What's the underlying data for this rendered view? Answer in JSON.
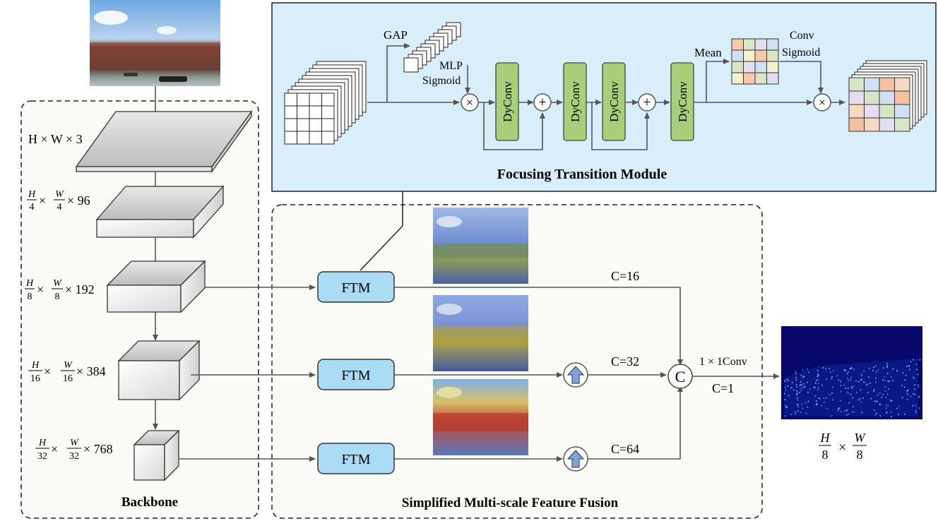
{
  "ftm_panel": {
    "title": "Focusing Transition Module",
    "gap_label": "GAP",
    "mlp_label": "MLP",
    "sigmoid_label": "Sigmoid",
    "mean_label": "Mean",
    "conv_label": "Conv",
    "conv_sigmoid_label": "Sigmoid",
    "dyconv_label": "DyConv",
    "multiply_symbol": "×",
    "add_symbol": "+"
  },
  "backbone": {
    "title": "Backbone",
    "stage1_label": "H × W × 3",
    "stage2": {
      "num": "H",
      "den": "4",
      "num2": "W",
      "den2": "4",
      "rest": "× 96"
    },
    "stage3": {
      "num": "H",
      "den": "8",
      "num2": "W",
      "den2": "8",
      "rest": "× 192"
    },
    "stage4": {
      "num": "H",
      "den": "16",
      "num2": "W",
      "den2": "16",
      "rest": "× 384"
    },
    "stage5": {
      "num": "H",
      "den": "32",
      "num2": "W",
      "den2": "32",
      "rest": "× 768"
    }
  },
  "fusion": {
    "title": "Simplified Multi-scale Feature Fusion",
    "ftm_label": "FTM",
    "c16": "C=16",
    "c32": "C=32",
    "c64": "C=64",
    "concat_symbol": "C",
    "conv_label": "1 × 1Conv",
    "c1": "C=1"
  },
  "output": {
    "num": "H",
    "den": "8",
    "num2": "W",
    "den2": "8"
  },
  "colors": {
    "panel_fill": "#d9eefb",
    "dyconv_fill": "#a7cf7a",
    "ftm_fill": "#a9dcf4",
    "arrow_fill": "#7fa3d8",
    "line": "#555555",
    "output_bg": "#06066b"
  }
}
